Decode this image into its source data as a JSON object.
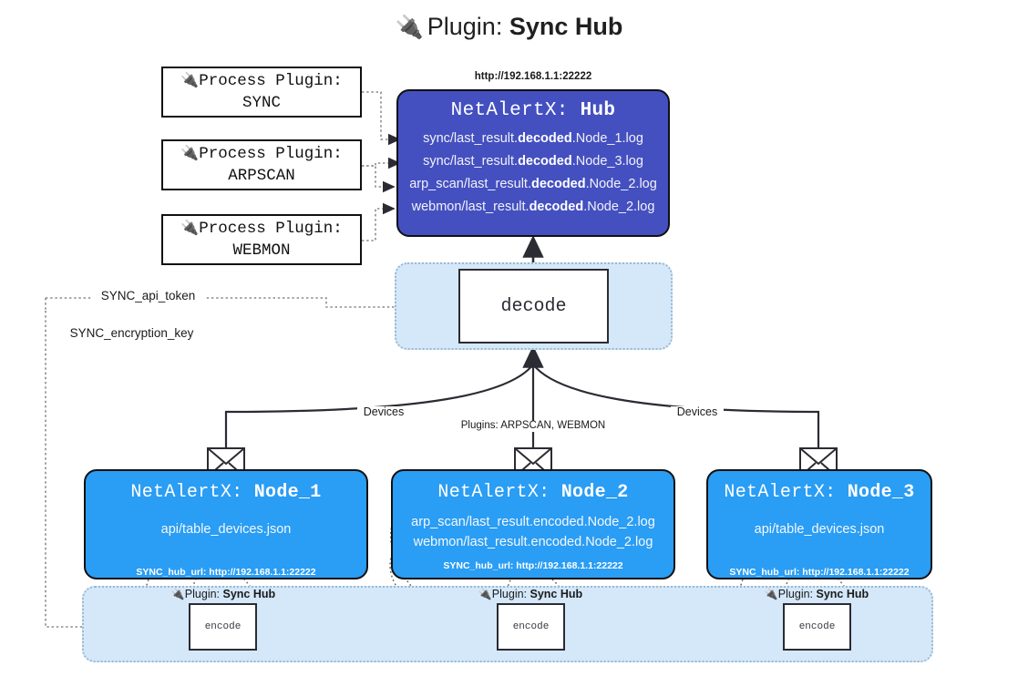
{
  "header": {
    "plug_icon": "plug-icon",
    "prefix": "Plugin: ",
    "title": "Sync Hub"
  },
  "process_plugins": [
    {
      "caption": "Process Plugin:",
      "name": "SYNC"
    },
    {
      "caption": "Process Plugin:",
      "name": "ARPSCAN"
    },
    {
      "caption": "Process Plugin:",
      "name": "WEBMON"
    }
  ],
  "hub": {
    "url": "http://192.168.1.1:22222",
    "title_prefix": "NetAlertX: ",
    "title_name": "Hub",
    "logs": [
      {
        "pre": "sync/last_result.",
        "mid": "decoded",
        "post": ".Node_1.log"
      },
      {
        "pre": "sync/last_result.",
        "mid": "decoded",
        "post": ".Node_3.log"
      },
      {
        "pre": "arp_scan/last_result.",
        "mid": "decoded",
        "post": ".Node_2.log"
      },
      {
        "pre": "webmon/last_result.",
        "mid": "decoded",
        "post": ".Node_2.log"
      }
    ]
  },
  "decode": {
    "label": "decode"
  },
  "params": {
    "api_token": "SYNC_api_token",
    "encryption_key": "SYNC_encryption_key"
  },
  "edges": {
    "devices_left": "Devices",
    "devices_right": "Devices",
    "plugins_center": "Plugins: ARPSCAN, WEBMON"
  },
  "nodes": [
    {
      "title_prefix": "NetAlertX: ",
      "title_name": "Node_1",
      "lines": [
        "api/table_devices.json"
      ],
      "hub_url_label": "SYNC_hub_url: http://192.168.1.1:22222",
      "envelope_icon": "envelope-icon"
    },
    {
      "title_prefix": "NetAlertX: ",
      "title_name": "Node_2",
      "lines": [
        "arp_scan/last_result.encoded.Node_2.log",
        "webmon/last_result.encoded.Node_2.log"
      ],
      "hub_url_label": "SYNC_hub_url: http://192.168.1.1:22222",
      "envelope_icon": "envelope-icon"
    },
    {
      "title_prefix": "NetAlertX: ",
      "title_name": "Node_3",
      "lines": [
        "api/table_devices.json"
      ],
      "hub_url_label": "SYNC_hub_url: http://192.168.1.1:22222",
      "envelope_icon": "envelope-icon"
    }
  ],
  "encoders": [
    {
      "plugin_prefix": "Plugin: ",
      "plugin_name": "Sync Hub",
      "label": "encode"
    },
    {
      "plugin_prefix": "Plugin: ",
      "plugin_name": "Sync Hub",
      "label": "encode"
    },
    {
      "plugin_prefix": "Plugin: ",
      "plugin_name": "Sync Hub",
      "label": "encode"
    }
  ],
  "colors": {
    "hub": "#4450c0",
    "node": "#2a9df4",
    "container": "#d4e8fa",
    "container_border": "#9bb8cf",
    "stroke": "#2b2b33"
  }
}
